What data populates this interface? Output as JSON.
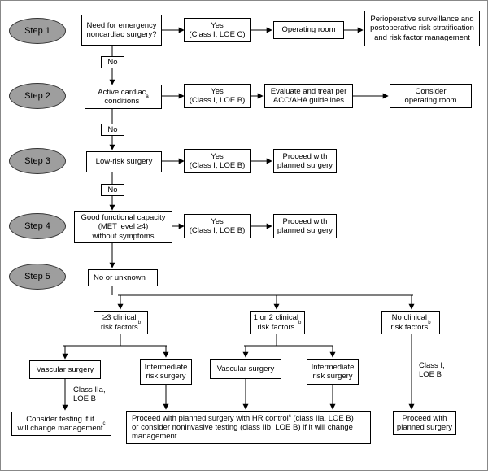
{
  "steps": [
    "Step 1",
    "Step 2",
    "Step 3",
    "Step 4",
    "Step 5"
  ],
  "step1": {
    "question": "Need for emergency\nnoncardiac surgery?",
    "yes": "Yes\n(Class I, LOE C)",
    "action": "Operating room",
    "outcome": "Perioperative surveillance and\npostoperative risk stratification\nand risk factor management"
  },
  "no_labels": [
    "No",
    "No",
    "No"
  ],
  "step2": {
    "question": "Active cardiac\nconditions",
    "question_sup": "a",
    "yes": "Yes\n(Class I, LOE B)",
    "action": "Evaluate and treat per\nACC/AHA guidelines",
    "outcome": "Consider\noperating room"
  },
  "step3": {
    "question": "Low-risk surgery",
    "yes": "Yes\n(Class I, LOE B)",
    "outcome": "Proceed with\nplanned surgery"
  },
  "step4": {
    "question": "Good functional capacity\n(MET level ≥4)\nwithout symptoms",
    "yes": "Yes\n(Class I, LOE B)",
    "outcome": "Proceed with\nplanned surgery"
  },
  "step5": {
    "result": "No or unknown",
    "branch_three": "≥3 clinical\nrisk factors",
    "branch_three_sup": "b",
    "branch_one_two": "1 or 2 clinical\nrisk factors",
    "branch_one_two_sup": "b",
    "branch_none": "No clinical\nrisk factors",
    "branch_none_sup": "b",
    "vascular_1": "Vascular surgery",
    "intermediate_1": "Intermediate\nrisk surgery",
    "vascular_2": "Vascular surgery",
    "intermediate_2": "Intermediate\nrisk surgery",
    "class_iia": "Class IIa,\nLOE B",
    "class_i": "Class I,\nLOE B",
    "consider_testing": "Consider testing if it\nwill change management",
    "consider_testing_sup": "c",
    "proceed_hr_a": "Proceed with planned surgery with HR control",
    "proceed_hr_sup": "c",
    "proceed_hr_b": " (class IIa, LOE B)\nor consider noninvasive testing (class IIb, LOE B) if it will change\nmanagement",
    "proceed_planned": "Proceed with\nplanned surgery"
  }
}
